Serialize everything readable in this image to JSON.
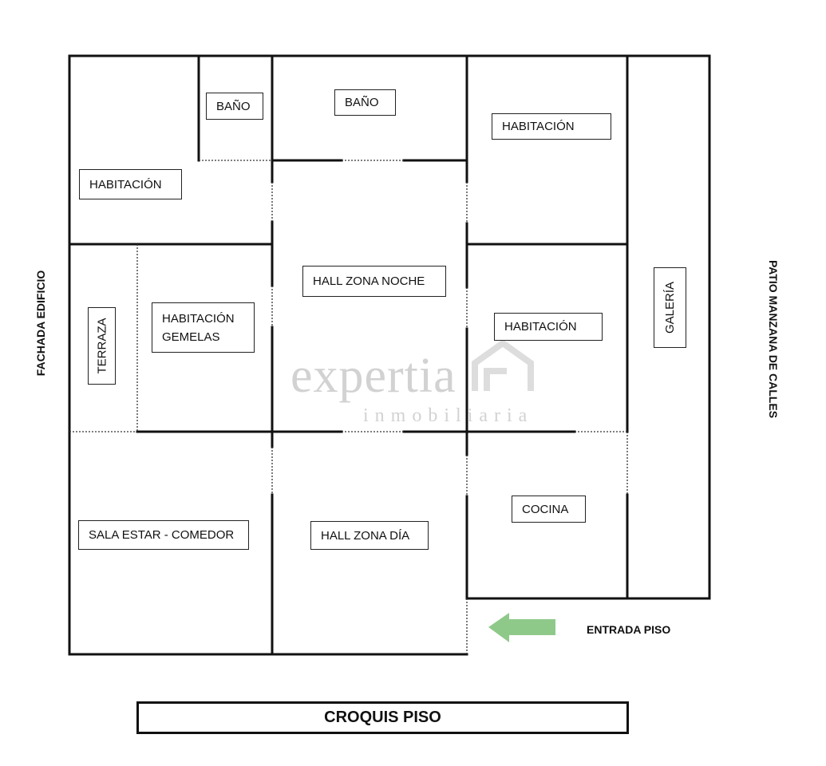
{
  "rooms": {
    "bano_1": "BAÑO",
    "bano_2": "BAÑO",
    "habitacion_1": "HABITACIÓN",
    "habitacion_2": "HABITACIÓN",
    "habitacion_3": "HABITACIÓN",
    "habitacion_gemelas_line1": "HABITACIÓN",
    "habitacion_gemelas_line2": "GEMELAS",
    "terraza": "TERRAZA",
    "hall_noche": "HALL ZONA NOCHE",
    "galeria": "GALERÍA",
    "sala": "SALA ESTAR - COMEDOR",
    "hall_dia": "HALL ZONA DÍA",
    "cocina": "COCINA"
  },
  "sides": {
    "left": "FACHADA EDIFICIO",
    "right": "PATIO  MANZANA DE CALLES",
    "entrance": "ENTRADA PISO"
  },
  "title": "CROQUIS PISO",
  "watermark": {
    "brand": "expertia",
    "sub": "inmobiliaria"
  },
  "colors": {
    "arrow": "#8fc98a",
    "wall": "#111111",
    "watermark": "#c8c8c8"
  }
}
